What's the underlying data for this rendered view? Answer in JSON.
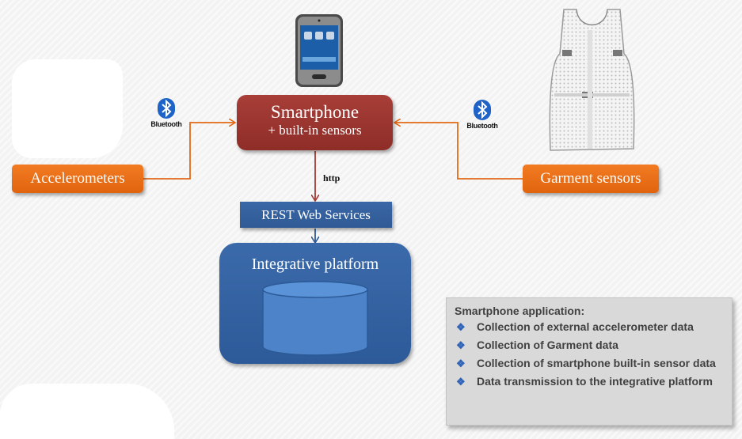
{
  "nodes": {
    "smartphone": {
      "title": "Smartphone",
      "subtitle": "+ built-in sensors"
    },
    "accelerometers": "Accelerometers",
    "garment": "Garment sensors",
    "rest": "REST Web Services",
    "platform": "Integrative platform"
  },
  "connections": {
    "http_label": "http",
    "bluetooth_label": "Bluetooth"
  },
  "app_panel": {
    "title": "Smartphone application:",
    "items": [
      "Collection of external accelerometer data",
      "Collection of Garment data",
      "Collection of smartphone built-in sensor data",
      "Data transmission to the integrative platform"
    ],
    "bullet": "❖"
  },
  "colors": {
    "smartphone_box": "#9b3530",
    "sensor_box": "#e8701a",
    "service_box": "#3a66a5",
    "arrow_orange": "#e26a17",
    "arrow_red": "#a33a34",
    "bluetooth": "#1f63c8"
  }
}
